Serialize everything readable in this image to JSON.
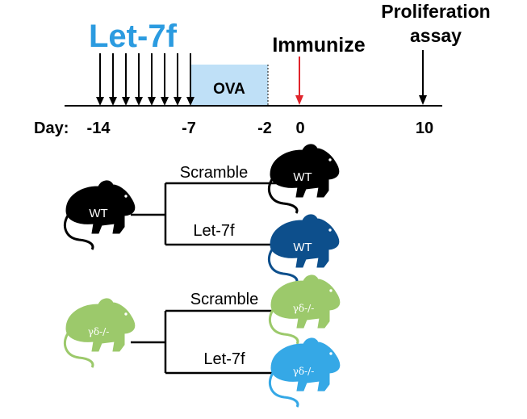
{
  "timeline": {
    "treatment_label": "Let-7f",
    "day_prefix": "Day:",
    "ticks": [
      "-14",
      "-7",
      "-2",
      "0",
      "10"
    ],
    "ova_label": "OVA",
    "immunize_label": "Immunize",
    "proliferation_line1": "Proliferation",
    "proliferation_line2": "assay"
  },
  "groups": {
    "wt": {
      "mouse_label": "WT",
      "branch_top_label": "Scramble",
      "branch_bottom_label": "Let-7f",
      "result_top_label": "WT",
      "result_bottom_label": "WT"
    },
    "gd": {
      "mouse_label": "γδ-/-",
      "branch_top_label": "Scramble",
      "branch_bottom_label": "Let-7f",
      "result_top_label": "γδ-/-",
      "result_bottom_label": "γδ-/-"
    }
  },
  "colors": {
    "let7f_blue": "#2b9be0",
    "ova_box": "#bfe0f7",
    "immunize_arrow": "#e0242b",
    "wt_black": "#000000",
    "wt_let7f_navy": "#0d4f8c",
    "ko_green": "#9cc96b",
    "ko_let7f_blue": "#35a8e6"
  }
}
